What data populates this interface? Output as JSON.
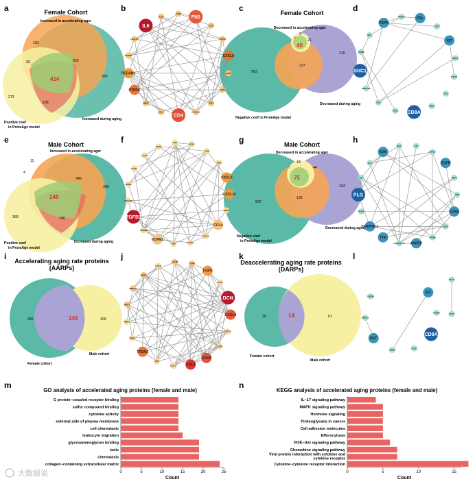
{
  "colors": {
    "teal": "#5bb9a7",
    "orange": "#f5a555",
    "yellow": "#f7f0a3",
    "purple": "#a9a4d3",
    "red_center": "#d8312e",
    "bar": "#e86462",
    "node_dark": "#1f5fa2",
    "node_mid": "#3a93b8",
    "node_light": "#a6e0d4"
  },
  "watermark": "大数据说",
  "panels": {
    "a": {
      "letter": "a",
      "title": "Female Cohort",
      "set_top": "Increased in accelerating ager",
      "set_right": "Increased during aging",
      "set_left": "Positive coef\nin ProteAge model",
      "n_top": "101",
      "n_tl": "20",
      "n_center_top": "825",
      "n_center": "414",
      "n_right": "385",
      "n_left": "273",
      "n_bottom": "106"
    },
    "b": {
      "letter": "b"
    },
    "c": {
      "letter": "c",
      "title": "Female Cohort",
      "set_top": "Decreased in accelerating ager",
      "set_right": "Decreased during aging",
      "set_bottom": "Negative coef in ProteAge model",
      "n_a": "5",
      "n_b": "9",
      "n_c": "21",
      "n_center": "40",
      "n_right": "216",
      "n_left": "563",
      "n_bottom": "127"
    },
    "d": {
      "letter": "d"
    },
    "e": {
      "letter": "e",
      "title": "Male Cohort",
      "set_top": "Increased in accelerating ager",
      "set_right": "Increased during aging",
      "set_left": "Positive coef\nin ProteAge model",
      "n_top": "11",
      "n_tl": "4",
      "n_center_top": "346",
      "n_center": "248",
      "n_right": "300",
      "n_left": "369",
      "n_bottom": "140"
    },
    "f": {
      "letter": "f"
    },
    "g": {
      "letter": "g",
      "title": "Male Cohort",
      "set_top": "Decreased in accelerating ager",
      "set_right": "Decreased during aging",
      "set_bottom": "Negative coef\nin ProteAge model",
      "n_a": "7",
      "n_b": "18",
      "n_c": "44",
      "n_center": "75",
      "n_right": "234",
      "n_left": "607",
      "n_bottom": "139"
    },
    "h": {
      "letter": "h"
    },
    "i": {
      "letter": "i",
      "title": "Accelerating aging rate proteins\n(AARPs)",
      "left_label": "Female cohort",
      "right_label": "Male cohort",
      "n_left": "266",
      "n_center": "148",
      "n_right": "100"
    },
    "j": {
      "letter": "j"
    },
    "k": {
      "letter": "k",
      "title": "Deaccelerating aging rate proteins\n(DARPs)",
      "left_label": "Female cohort",
      "right_label": "Male cohort",
      "n_left": "26",
      "n_center": "14",
      "n_right": "61"
    },
    "l": {
      "letter": "l"
    },
    "m": {
      "letter": "m"
    },
    "n": {
      "letter": "n"
    }
  },
  "networks": {
    "b": {
      "nodes": [
        {
          "label": "FN1",
          "size": "large",
          "color": "#e45a3b"
        },
        {
          "label": "GCA",
          "size": "s",
          "color": "#f6c27a"
        },
        {
          "label": "CXCL9",
          "size": "s",
          "color": "#f6c27a"
        },
        {
          "label": "CXCL8",
          "size": "m",
          "color": "#e8742f"
        },
        {
          "label": "CCR5",
          "size": "s",
          "color": "#f6c27a"
        },
        {
          "label": "CD70",
          "size": "s",
          "color": "#f6c27a"
        },
        {
          "label": "CSF1",
          "size": "s",
          "color": "#f6c27a"
        },
        {
          "label": "COL1A1",
          "size": "s",
          "color": "#f6c27a"
        },
        {
          "label": "CD4",
          "size": "large",
          "color": "#e0523a"
        },
        {
          "label": "CCL4",
          "size": "s",
          "color": "#f6c27a"
        },
        {
          "label": "TIMP1",
          "size": "s",
          "color": "#f6c27a"
        },
        {
          "label": "PTPRC",
          "size": "m",
          "color": "#e8742f"
        },
        {
          "label": "PECAM1",
          "size": "m",
          "color": "#f09a3e"
        },
        {
          "label": "NCAM1",
          "size": "s",
          "color": "#f6c27a"
        },
        {
          "label": "LGALS3",
          "size": "s",
          "color": "#f6c27a"
        },
        {
          "label": "IL6",
          "size": "large",
          "color": "#b8172c"
        },
        {
          "label": "IL18",
          "size": "s",
          "color": "#f6c27a"
        },
        {
          "label": "CD48",
          "size": "s",
          "color": "#f6c27a"
        }
      ]
    },
    "d": {
      "nodes": [
        {
          "label": "KIT",
          "size": "m",
          "color": "#3a93b8"
        },
        {
          "label": "MSL2",
          "size": "s",
          "color": "#a6e0d4"
        },
        {
          "label": "ILRAP",
          "size": "s",
          "color": "#a6e0d4"
        },
        {
          "label": "GAL",
          "size": "s",
          "color": "#a6e0d4"
        },
        {
          "label": "PRSS",
          "size": "s",
          "color": "#a6e0d4"
        },
        {
          "label": "CD8A",
          "size": "large",
          "color": "#1f5fa2"
        },
        {
          "label": "CD1C",
          "size": "s",
          "color": "#a6e0d4"
        },
        {
          "label": "CR2",
          "size": "s",
          "color": "#a6e0d4"
        },
        {
          "label": "ARHGAP",
          "size": "s",
          "color": "#a6e0d4"
        },
        {
          "label": "SHC1",
          "size": "large",
          "color": "#1f5fa2"
        },
        {
          "label": "PENK",
          "size": "s",
          "color": "#a6e0d4"
        },
        {
          "label": "RET",
          "size": "s",
          "color": "#a6e0d4"
        },
        {
          "label": "PSPN",
          "size": "m",
          "color": "#3a93b8"
        },
        {
          "label": "PROK1",
          "size": "s",
          "color": "#a6e0d4"
        },
        {
          "label": "PRL",
          "size": "m",
          "color": "#3a93b8"
        },
        {
          "label": "CST7",
          "size": "s",
          "color": "#a6e0d4"
        }
      ]
    },
    "f": {
      "nodes": [
        {
          "label": "GFAP",
          "size": "s",
          "color": "#f6d99c"
        },
        {
          "label": "ELN",
          "size": "s",
          "color": "#f6d99c"
        },
        {
          "label": "DCN",
          "size": "s",
          "color": "#f6d99c"
        },
        {
          "label": "CXCL9",
          "size": "m",
          "color": "#f09a3e"
        },
        {
          "label": "CXCL10",
          "size": "m",
          "color": "#f09a3e"
        },
        {
          "label": "CDH2",
          "size": "s",
          "color": "#f6d99c"
        },
        {
          "label": "CCL4",
          "size": "m",
          "color": "#f6c27a"
        },
        {
          "label": "CCL19",
          "size": "s",
          "color": "#f6d99c"
        },
        {
          "label": "CASP3",
          "size": "s",
          "color": "#f6d99c"
        },
        {
          "label": "VWF",
          "size": "s",
          "color": "#f6d99c"
        },
        {
          "label": "VCAM1",
          "size": "m",
          "color": "#f6c27a"
        },
        {
          "label": "TREM2",
          "size": "s",
          "color": "#f6d99c"
        },
        {
          "label": "TGFB1",
          "size": "large",
          "color": "#b8172c"
        },
        {
          "label": "NRCAM",
          "size": "s",
          "color": "#f6d99c"
        },
        {
          "label": "MMP1",
          "size": "s",
          "color": "#f6d99c"
        },
        {
          "label": "LCN2",
          "size": "s",
          "color": "#f6d99c"
        },
        {
          "label": "LAG3",
          "size": "s",
          "color": "#f6d99c"
        },
        {
          "label": "ITGA2",
          "size": "s",
          "color": "#f6d99c"
        },
        {
          "label": "IL22",
          "size": "s",
          "color": "#f6d99c"
        }
      ]
    },
    "h": {
      "nodes": [
        {
          "label": "EGFR",
          "size": "m",
          "color": "#3a93b8"
        },
        {
          "label": "DPP6",
          "size": "s",
          "color": "#a6e0d4"
        },
        {
          "label": "CR2",
          "size": "s",
          "color": "#a6e0d4"
        },
        {
          "label": "CD8A",
          "size": "m",
          "color": "#3a93b8"
        },
        {
          "label": "CD1C",
          "size": "s",
          "color": "#a6e0d4"
        },
        {
          "label": "APOM",
          "size": "s",
          "color": "#a6e0d4"
        },
        {
          "label": "ANPEP",
          "size": "m",
          "color": "#3a93b8"
        },
        {
          "label": "ADAMTS13",
          "size": "s",
          "color": "#a6e0d4"
        },
        {
          "label": "TTR",
          "size": "m",
          "color": "#3a93b8"
        },
        {
          "label": "SERPINC1",
          "size": "m",
          "color": "#3a93b8"
        },
        {
          "label": "PON3",
          "size": "s",
          "color": "#a6e0d4"
        },
        {
          "label": "PLG",
          "size": "large",
          "color": "#1f5fa2"
        },
        {
          "label": "LEP",
          "size": "s",
          "color": "#a6e0d4"
        },
        {
          "label": "KIT",
          "size": "s",
          "color": "#a6e0d4"
        },
        {
          "label": "KDR",
          "size": "m",
          "color": "#3a93b8"
        },
        {
          "label": "BLK",
          "size": "s",
          "color": "#a6e0d4"
        },
        {
          "label": "FTL",
          "size": "s",
          "color": "#a6e0d4"
        },
        {
          "label": "FSTL3",
          "size": "s",
          "color": "#a6e0d4"
        }
      ]
    },
    "j": {
      "nodes": [
        {
          "label": "GFAP",
          "size": "s",
          "color": "#f6c27a"
        },
        {
          "label": "FGF5",
          "size": "m",
          "color": "#f09a3e"
        },
        {
          "label": "IL22",
          "size": "s",
          "color": "#f6d99c"
        },
        {
          "label": "DCN",
          "size": "large",
          "color": "#b8172c"
        },
        {
          "label": "CXCL9",
          "size": "m",
          "color": "#e45a3b"
        },
        {
          "label": "GDF15",
          "size": "s",
          "color": "#f6d99c"
        },
        {
          "label": "CASP3",
          "size": "s",
          "color": "#f6d99c"
        },
        {
          "label": "CDH2",
          "size": "m",
          "color": "#e0523a"
        },
        {
          "label": "CCL4",
          "size": "m",
          "color": "#d8362f"
        },
        {
          "label": "CCL17",
          "size": "s",
          "color": "#f6d99c"
        },
        {
          "label": "VWF",
          "size": "s",
          "color": "#f6d99c"
        },
        {
          "label": "TREM2",
          "size": "m",
          "color": "#e8742f"
        },
        {
          "label": "TIMP2",
          "size": "s",
          "color": "#f6d99c"
        },
        {
          "label": "NRP1",
          "size": "s",
          "color": "#f6d99c"
        },
        {
          "label": "MRC1",
          "size": "s",
          "color": "#f6c27a"
        },
        {
          "label": "MMP12",
          "size": "s",
          "color": "#f6c27a"
        },
        {
          "label": "MMP2",
          "size": "s",
          "color": "#f6c27a"
        },
        {
          "label": "LAG3",
          "size": "s",
          "color": "#f6d99c"
        },
        {
          "label": "IGF1R",
          "size": "s",
          "color": "#f6c27a"
        }
      ]
    },
    "l": {
      "nodes": [
        {
          "label": "KIT",
          "size": "m",
          "color": "#3a93b8"
        },
        {
          "label": "FABP9",
          "size": "s",
          "color": "#a6e0d4"
        },
        {
          "label": "CD8A",
          "size": "large",
          "color": "#1f5fa2"
        },
        {
          "label": "CD1C",
          "size": "s",
          "color": "#a6e0d4"
        },
        {
          "label": "SEM2",
          "size": "s",
          "color": "#a6e0d4"
        },
        {
          "label": "RET",
          "size": "m",
          "color": "#3a93b8"
        },
        {
          "label": "PROK1",
          "size": "s",
          "color": "#a6e0d4"
        },
        {
          "label": "CBFOB",
          "size": "s",
          "color": "#a6e0d4"
        },
        {
          "label": "KLK7",
          "size": "s",
          "color": "#a6e0d4"
        },
        {
          "label": "CTSV",
          "size": "s",
          "color": "#a6e0d4"
        }
      ]
    }
  },
  "chart_data": [
    {
      "type": "bar",
      "orientation": "horizontal",
      "title": "GO analysis of accelerated aging proteins (female and male)",
      "xlabel": "Count",
      "ylabel": "",
      "categories": [
        "collagen−containing extracellular matrix",
        "chemotaxis",
        "taxis",
        "glycosaminoglycan binding",
        "leukocyte migration",
        "cell chemotaxis",
        "external side of plasma membrane",
        "cytokine activity",
        "sulfur compound binding",
        "G protein−coupled receptor binding"
      ],
      "values": [
        24,
        19,
        19,
        19,
        15,
        14,
        14,
        14,
        14,
        14
      ],
      "xlim": [
        0,
        25
      ],
      "xticks": [
        0,
        5,
        10,
        15,
        20,
        25
      ]
    },
    {
      "type": "bar",
      "orientation": "horizontal",
      "title": "KEGG analysis of accelerated aging proteins (female and male)",
      "xlabel": "Count",
      "ylabel": "",
      "categories": [
        "Cytokine−cytokine receptor interaction",
        "Viral protein interaction with cytokine and cytokine receptor",
        "Chemokine signaling pathway",
        "PI3K−Akt signaling pathway",
        "Efferocytosis",
        "Cell adhesion molecules",
        "Proteoglycans in cancer",
        "Hormone signaling",
        "MAPK signaling pathway",
        "IL−17 signaling pathway"
      ],
      "values": [
        17,
        7,
        7,
        6,
        5,
        5,
        5,
        5,
        5,
        4
      ],
      "xlim": [
        0,
        16
      ],
      "xticks": [
        0,
        5,
        10,
        15
      ]
    }
  ]
}
